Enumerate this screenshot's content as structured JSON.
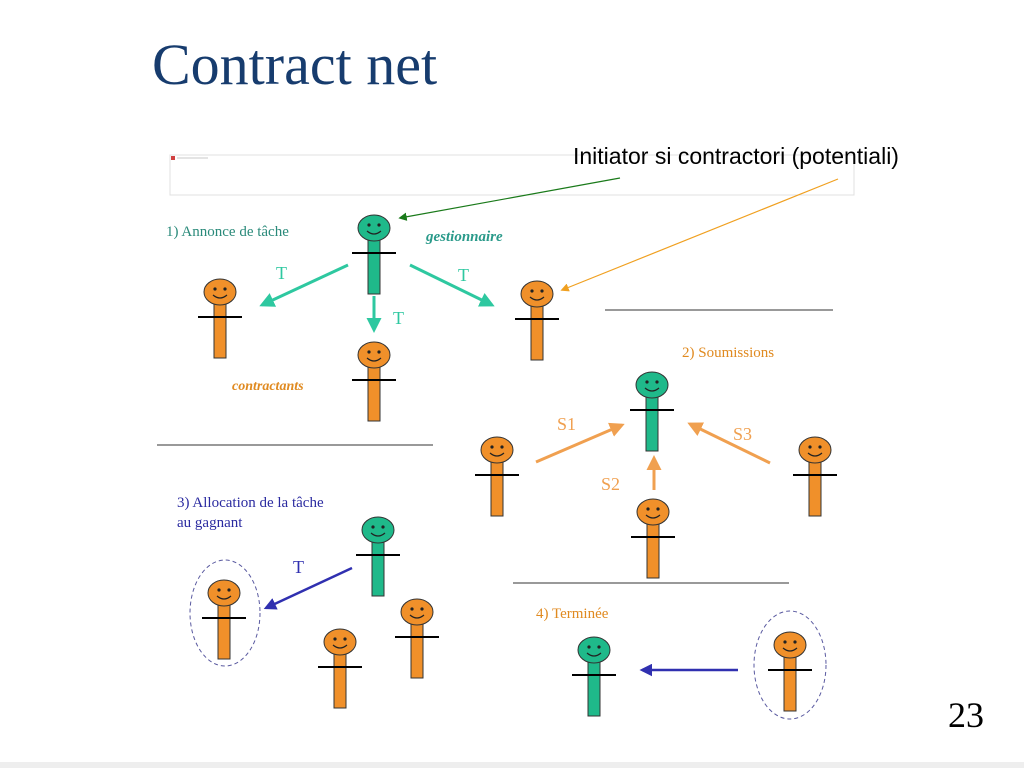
{
  "slide": {
    "title": "Contract net",
    "callout": "Initiator si contractori (potentiali)",
    "page_number": "23"
  },
  "colors": {
    "title": "#173c6e",
    "manager": "#1fb98a",
    "contractor": "#f0902a",
    "step1_label": "#2a8a7a",
    "step2_label": "#e08a20",
    "step3_label": "#2a2aa0",
    "task_arrow": "#2ec8a0",
    "bid_arrow": "#f0a050",
    "award_arrow": "#3030b0",
    "callout_arrow_green": "#1a7a1a",
    "callout_arrow_orange": "#f0a020"
  },
  "diagram": {
    "step1": {
      "label": "1) Annonce de tâche",
      "manager_label": "gestionnaire",
      "contractors_label": "contractants",
      "arrow_label": "T"
    },
    "step2": {
      "label": "2) Soumissions",
      "bids": [
        "S1",
        "S2",
        "S3"
      ]
    },
    "step3": {
      "label_line1": "3) Allocation de la tâche",
      "label_line2": "au gagnant",
      "arrow_label": "T"
    },
    "step4": {
      "label": "4) Terminée"
    }
  }
}
